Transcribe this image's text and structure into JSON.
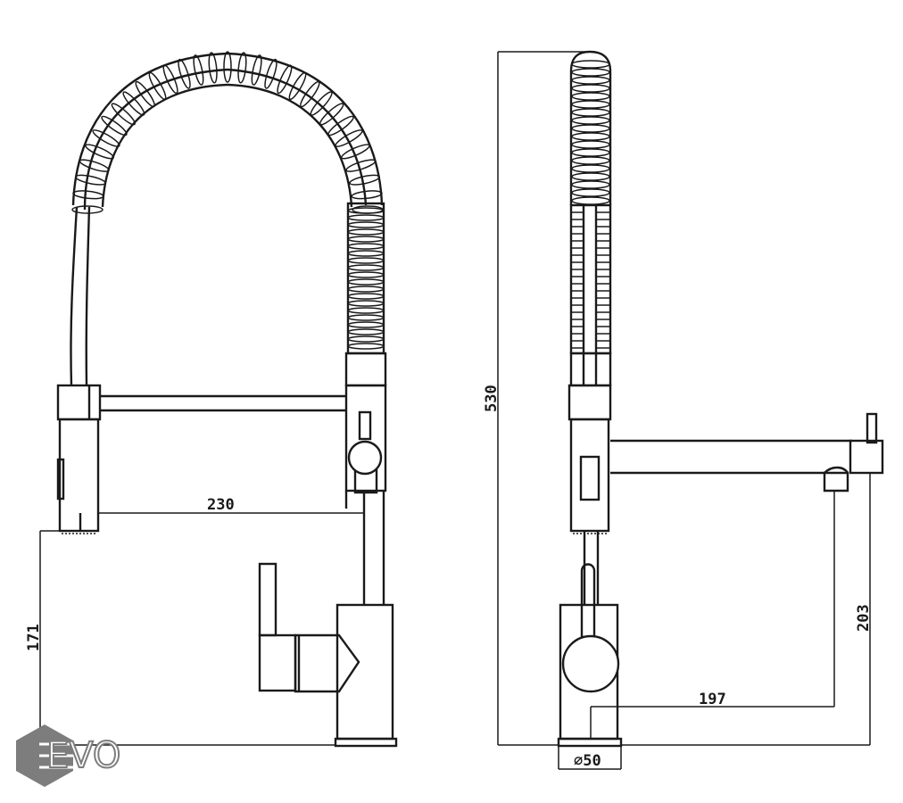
{
  "dimensions": {
    "spout_reach": "230",
    "spout_height": "171",
    "total_height": "530",
    "side_height": "203",
    "side_reach": "197",
    "base_diameter": "⌀50"
  },
  "logo": {
    "text": "EVO",
    "color": "#7d7d7d"
  }
}
